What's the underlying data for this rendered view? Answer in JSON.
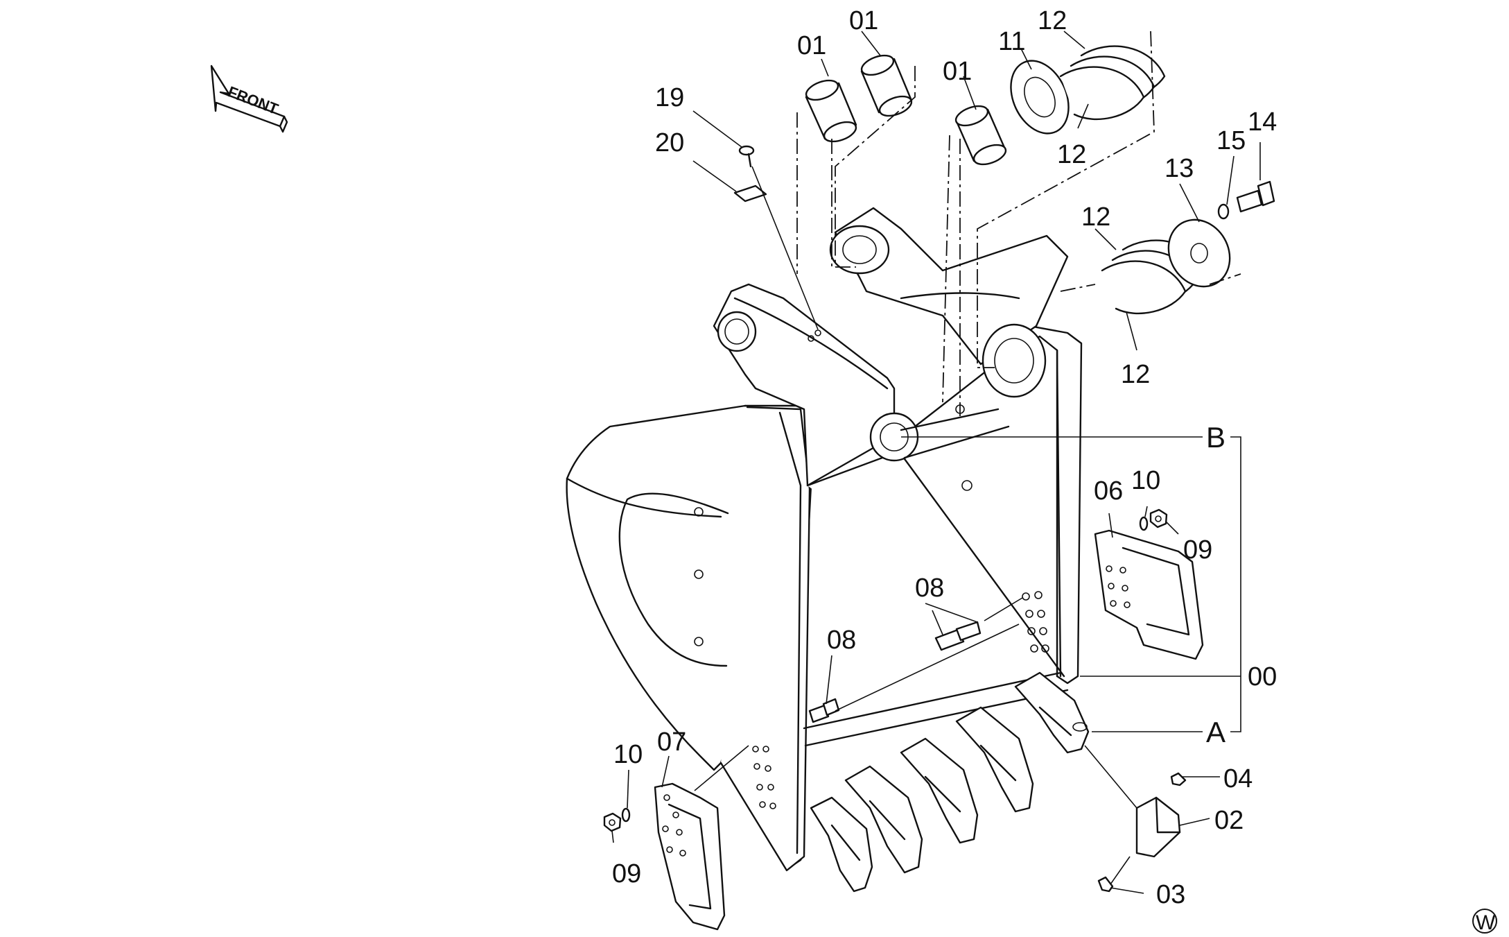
{
  "orientation": {
    "front_label": "FRONT"
  },
  "watermark": "W",
  "callouts": [
    {
      "id": "c01a",
      "text": "01"
    },
    {
      "id": "c01b",
      "text": "01"
    },
    {
      "id": "c01c",
      "text": "01"
    },
    {
      "id": "c11",
      "text": "11"
    },
    {
      "id": "c12a",
      "text": "12"
    },
    {
      "id": "c12b",
      "text": "12"
    },
    {
      "id": "c12c",
      "text": "12"
    },
    {
      "id": "c12d",
      "text": "12"
    },
    {
      "id": "c13",
      "text": "13"
    },
    {
      "id": "c14",
      "text": "14"
    },
    {
      "id": "c15",
      "text": "15"
    },
    {
      "id": "c19",
      "text": "19"
    },
    {
      "id": "c20",
      "text": "20"
    },
    {
      "id": "c06",
      "text": "06"
    },
    {
      "id": "c10a",
      "text": "10"
    },
    {
      "id": "c09a",
      "text": "09"
    },
    {
      "id": "c08a",
      "text": "08"
    },
    {
      "id": "c08b",
      "text": "08"
    },
    {
      "id": "c00",
      "text": "00"
    },
    {
      "id": "c07",
      "text": "07"
    },
    {
      "id": "c10b",
      "text": "10"
    },
    {
      "id": "c09b",
      "text": "09"
    },
    {
      "id": "c04",
      "text": "04"
    },
    {
      "id": "c02",
      "text": "02"
    },
    {
      "id": "c03",
      "text": "03"
    }
  ],
  "assembly_labels": {
    "B": "B",
    "A": "A"
  }
}
